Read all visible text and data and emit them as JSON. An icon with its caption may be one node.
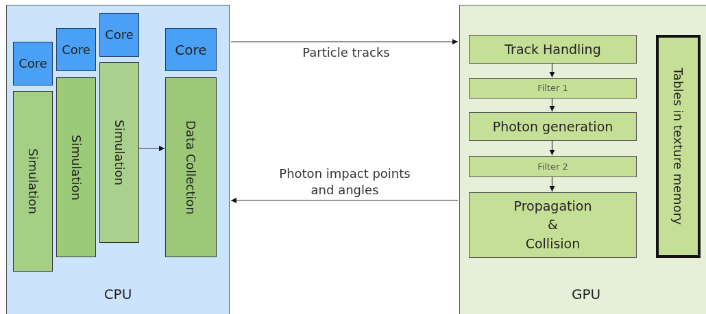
{
  "diagram": {
    "nodes": [
      {
        "text": [
          "CPU"
        ]
      },
      {
        "text": [
          "Core"
        ],
        "in": 0
      },
      {
        "text": [
          "Core"
        ],
        "in": 0
      },
      {
        "text": [
          "Core"
        ],
        "in": 0
      },
      {
        "text": [
          "Simulation"
        ],
        "in": 0
      },
      {
        "text": [
          "Simulation"
        ],
        "in": 0
      },
      {
        "text": [
          "Simulation"
        ],
        "in": 0
      },
      {
        "text": [
          "Core"
        ],
        "in": 0
      },
      {
        "text": [
          "Data Collection"
        ],
        "in": 0
      },
      {
        "text": [
          "GPU"
        ]
      },
      {
        "text": [
          "Track Handling"
        ],
        "in": 9
      },
      {
        "text": [
          "Filter 1"
        ],
        "in": 9
      },
      {
        "text": [
          "Photon generation"
        ],
        "in": 9
      },
      {
        "text": [
          "Filter 2"
        ],
        "in": 9
      },
      {
        "text": [
          "Propagation & Collision"
        ],
        "in": 9
      },
      {
        "text": [
          "Tables in texture memory"
        ],
        "in": 9
      }
    ],
    "edges": [
      {
        "from": 0,
        "to": 9,
        "arrow": "to",
        "label": "Particle tracks"
      },
      {
        "from": 9,
        "to": 0,
        "arrow": "to",
        "label": "Photon impact points and angles"
      },
      {
        "from": 4,
        "to": 8,
        "arrow": "to"
      },
      {
        "from": 10,
        "to": 11,
        "arrow": "to"
      },
      {
        "from": 11,
        "to": 12,
        "arrow": "to"
      },
      {
        "from": 12,
        "to": 13,
        "arrow": "to"
      },
      {
        "from": 13,
        "to": 14,
        "arrow": "to"
      }
    ]
  }
}
